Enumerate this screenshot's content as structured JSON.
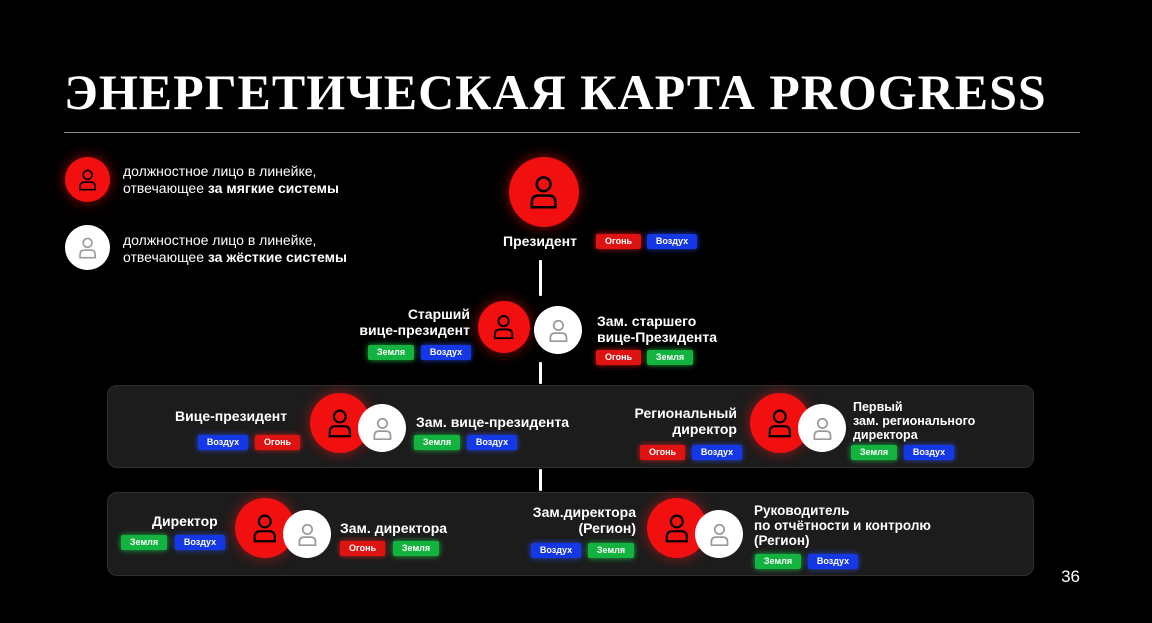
{
  "title": "ЭНЕРГЕТИЧЕСКАЯ КАРТА PROGRESS",
  "page_number": "36",
  "colors": {
    "soft": "#f20f0f",
    "hard": "#ffffff",
    "fire": "#e01313",
    "air": "#1438e6",
    "earth": "#13b33f"
  },
  "legend": {
    "soft": {
      "line1": "должностное лицо в линейке,",
      "line2a": "отвечающее ",
      "line2b": "за мягкие системы"
    },
    "hard": {
      "line1": "должностное лицо в линейке,",
      "line2a": "отвечающее ",
      "line2b": "за жёсткие системы"
    }
  },
  "tags": {
    "fire": "Огонь",
    "air": "Воздух",
    "earth": "Земля"
  },
  "nodes": {
    "president": "Президент",
    "svp_1": "Старший",
    "svp_2": "вице-президент",
    "dep_svp_1": "Зам. старшего",
    "dep_svp_2": "вице-Президента",
    "vp": "Вице-президент",
    "dep_vp": "Зам. вице-президента",
    "reg_dir_1": "Региональный",
    "reg_dir_2": "директор",
    "first_dep_1": "Первый",
    "first_dep_2": "зам. регионального",
    "first_dep_3": "директора",
    "director": "Директор",
    "dep_dir": "Зам. директора",
    "dep_dir_reg_1": "Зам.директора",
    "dep_dir_reg_2": "(Регион)",
    "report_1": "Руководитель",
    "report_2": "по отчётности и контролю",
    "report_3": "(Регион)"
  }
}
